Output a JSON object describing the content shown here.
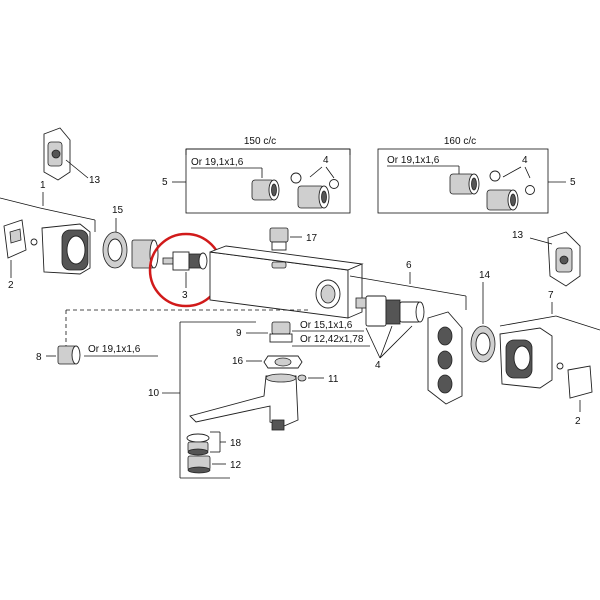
{
  "diagram": {
    "kit_left": {
      "header": "150 c/c",
      "seal": "Or 19,1x1,6",
      "part_no": "5",
      "seal_no": "4"
    },
    "kit_right": {
      "header": "160 c/c",
      "seal": "Or 19,1x1,6",
      "part_no": "5",
      "seal_no": "4"
    },
    "seals": {
      "s8": "Or 19,1x1,6",
      "s9a": "Or 15,1x1,6",
      "s9b": "Or 12,42x1,78"
    },
    "callouts": {
      "c1": "1",
      "c2_left": "2",
      "c2_right": "2",
      "c3": "3",
      "c4": "4",
      "c6": "6",
      "c7": "7",
      "c8": "8",
      "c9": "9",
      "c10": "10",
      "c11": "11",
      "c12": "12",
      "c13_left": "13",
      "c13_right": "13",
      "c14": "14",
      "c15": "15",
      "c16": "16",
      "c17": "17",
      "c18": "18"
    },
    "highlight_color": "#d11a1a"
  }
}
